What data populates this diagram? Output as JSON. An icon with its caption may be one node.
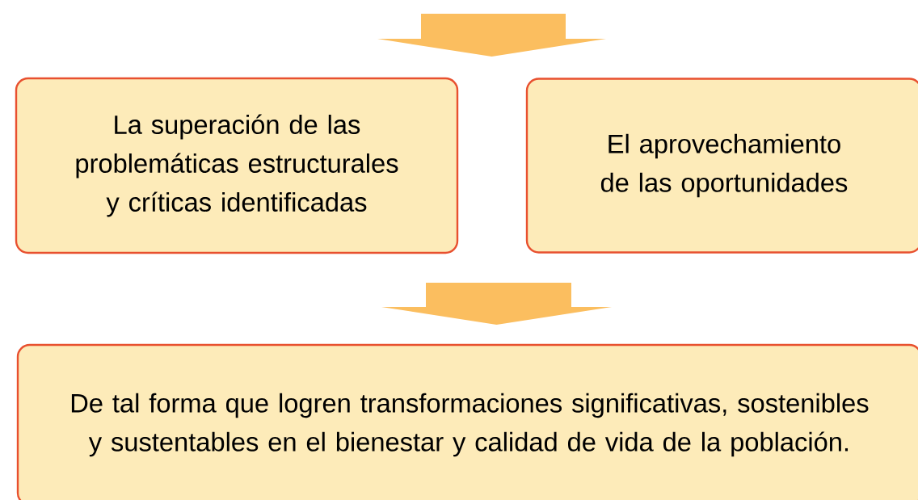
{
  "diagram": {
    "nodes": [
      {
        "text": [
          "La superación de las problemáticas estructurales y críticas identificadas"
        ]
      },
      {
        "text": [
          "El aprovechamiento de las oportunidades"
        ]
      },
      {
        "text": [
          "De tal forma que logren transformaciones significativas, sostenibles y sustentables en el bienestar y calidad de vida de la población."
        ]
      }
    ]
  }
}
